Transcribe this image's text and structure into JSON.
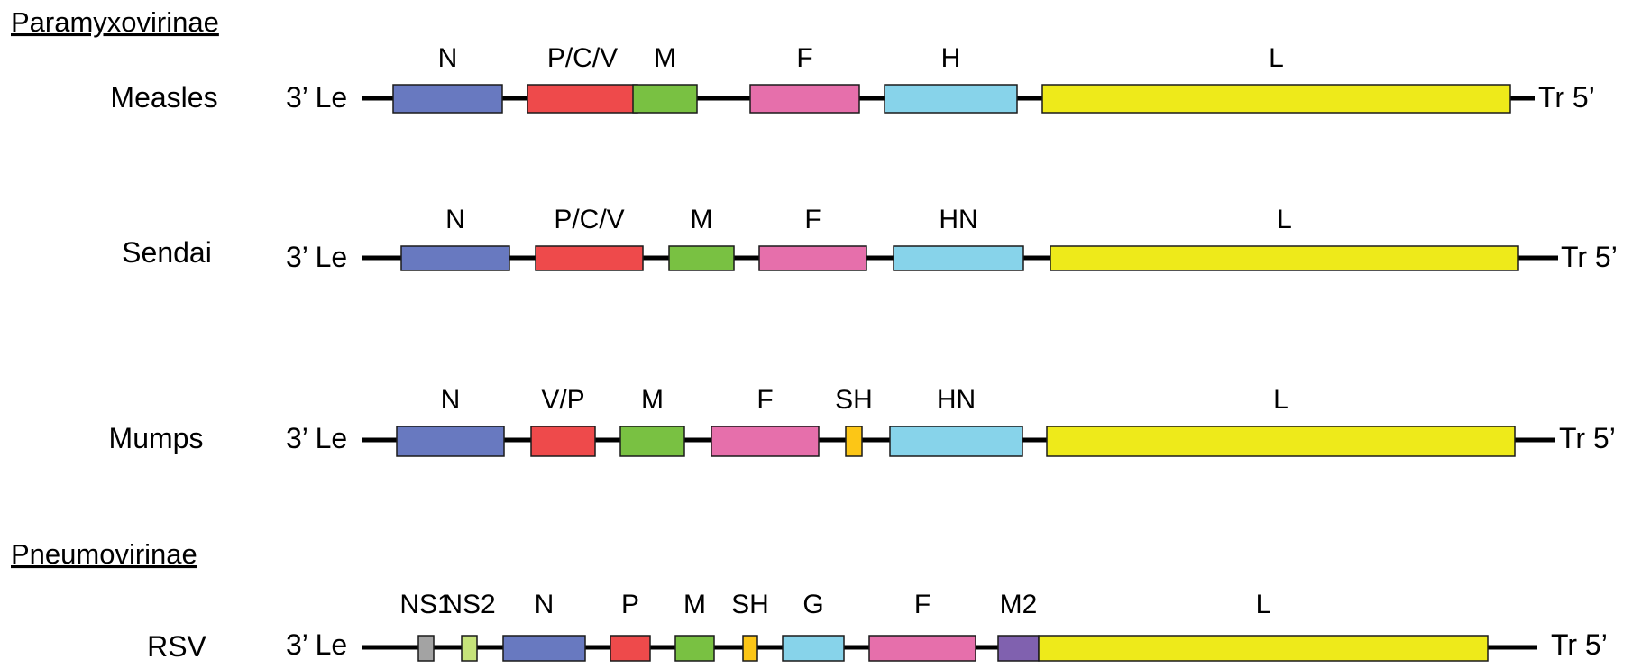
{
  "colors": {
    "N": "#6879c0",
    "P": "#ee4a4b",
    "M": "#79c142",
    "F": "#e66fab",
    "H": "#87d3ea",
    "L": "#eeea1a",
    "SH": "#fcc616",
    "NS1": "#a3a3a3",
    "NS2": "#c6e37a",
    "M2": "#8061af",
    "line": "#000000",
    "stroke": "#1a1a1a"
  },
  "families": [
    {
      "name": "Paramyxovirinae",
      "viruses": [
        {
          "name": "Measles",
          "left": "3’ Le",
          "right": "Tr 5’",
          "genes": [
            {
              "label": "N",
              "color": "N"
            },
            {
              "label": "P/C/V",
              "color": "P"
            },
            {
              "label": "M",
              "color": "M"
            },
            {
              "label": "F",
              "color": "F"
            },
            {
              "label": "H",
              "color": "H"
            },
            {
              "label": "L",
              "color": "L"
            }
          ]
        },
        {
          "name": "Sendai",
          "left": "3’ Le",
          "right": "Tr 5’",
          "genes": [
            {
              "label": "N",
              "color": "N"
            },
            {
              "label": "P/C/V",
              "color": "P"
            },
            {
              "label": "M",
              "color": "M"
            },
            {
              "label": "F",
              "color": "F"
            },
            {
              "label": "HN",
              "color": "H"
            },
            {
              "label": "L",
              "color": "L"
            }
          ]
        },
        {
          "name": "Mumps",
          "left": "3’ Le",
          "right": "Tr 5’",
          "genes": [
            {
              "label": "N",
              "color": "N"
            },
            {
              "label": "V/P",
              "color": "P"
            },
            {
              "label": "M",
              "color": "M"
            },
            {
              "label": "F",
              "color": "F"
            },
            {
              "label": "SH",
              "color": "SH"
            },
            {
              "label": "HN",
              "color": "H"
            },
            {
              "label": "L",
              "color": "L"
            }
          ]
        }
      ]
    },
    {
      "name": "Pneumovirinae",
      "viruses": [
        {
          "name": "RSV",
          "left": "3’ Le",
          "right": "Tr 5’",
          "genes": [
            {
              "label": "NS1",
              "color": "NS1"
            },
            {
              "label": "NS2",
              "color": "NS2"
            },
            {
              "label": "N",
              "color": "N"
            },
            {
              "label": "P",
              "color": "P"
            },
            {
              "label": "M",
              "color": "M"
            },
            {
              "label": "SH",
              "color": "SH"
            },
            {
              "label": "G",
              "color": "H"
            },
            {
              "label": "F",
              "color": "F"
            },
            {
              "label": "M2",
              "color": "M2"
            },
            {
              "label": "L",
              "color": "L"
            }
          ]
        }
      ]
    }
  ]
}
